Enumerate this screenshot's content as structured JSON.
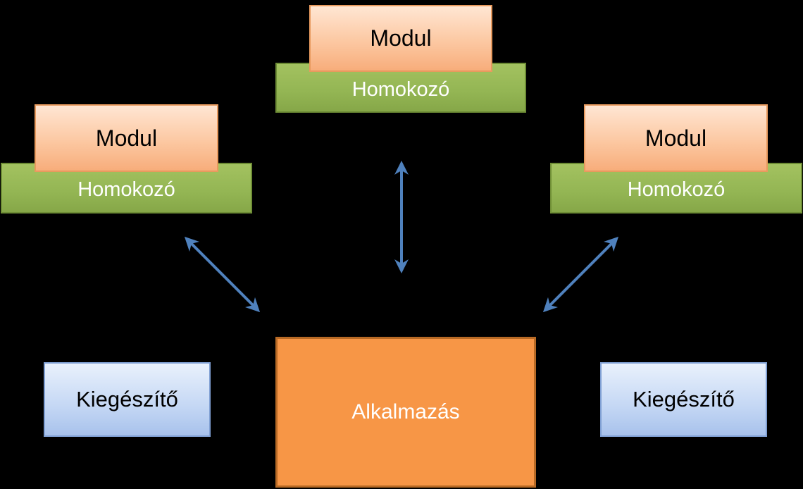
{
  "colors": {
    "background": "#000000",
    "sandbox": "#9bbb59",
    "module": "#fbc49a",
    "extension": "#c6d9f1",
    "application": "#f79646",
    "arrow": "#4f81bd"
  },
  "groups": [
    {
      "sandbox_label": "Homokozó",
      "module_label": "Modul"
    },
    {
      "sandbox_label": "Homokozó",
      "module_label": "Modul"
    },
    {
      "sandbox_label": "Homokozó",
      "module_label": "Modul"
    }
  ],
  "extensions": [
    {
      "label": "Kiegészítő"
    },
    {
      "label": "Kiegészítő"
    }
  ],
  "application": {
    "label": "Alkalmazás"
  },
  "connections": [
    {
      "from": "groups.0",
      "to": "application",
      "direction": "both"
    },
    {
      "from": "groups.1",
      "to": "application",
      "direction": "both"
    },
    {
      "from": "groups.2",
      "to": "application",
      "direction": "both"
    }
  ]
}
